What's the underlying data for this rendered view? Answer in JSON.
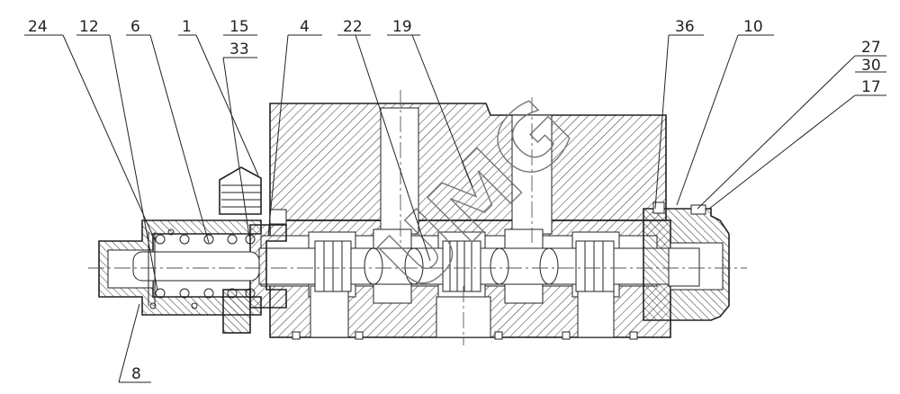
{
  "drawing": {
    "part_labels": {
      "p24": "24",
      "p12": "12",
      "p6": "6",
      "p1": "1",
      "p15": "15",
      "p33": "33",
      "p4": "4",
      "p22": "22",
      "p19": "19",
      "p36": "36",
      "p10": "10",
      "p27": "27",
      "p30": "30",
      "p17": "17",
      "p8": "8"
    },
    "watermark": "UMG",
    "colors": {
      "line": "#222222",
      "background": "#ffffff",
      "watermark": "#777777"
    }
  }
}
